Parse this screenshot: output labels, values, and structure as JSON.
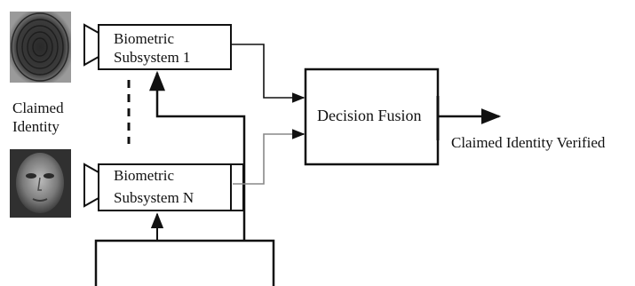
{
  "diagram": {
    "claimed_identity_label": [
      "Claimed",
      "Identity"
    ],
    "subsystem_1_label": [
      "Biometric",
      "Subsystem 1"
    ],
    "subsystem_n_label": [
      "Biometric",
      "Subsystem N"
    ],
    "decision_box_label": "Decision Fusion",
    "output_label": "Claimed Identity Verified",
    "images": {
      "top": "fingerprint-image",
      "bottom": "face-image"
    },
    "colors": {
      "stroke": "#111111",
      "gray_line": "#888888",
      "background": "#ffffff"
    }
  }
}
